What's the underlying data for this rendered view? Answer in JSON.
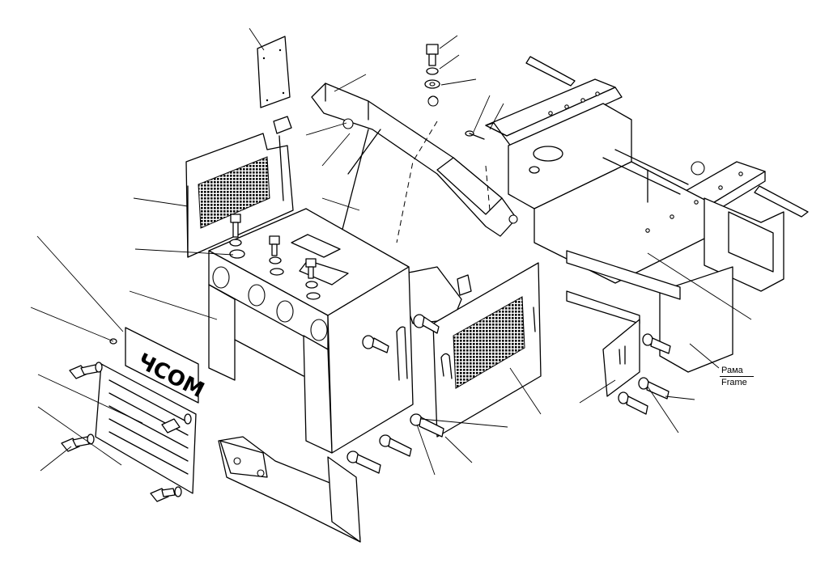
{
  "frame_label": {
    "ru": "Рама",
    "en": "Frame"
  },
  "logo": "ЧСОМ"
}
